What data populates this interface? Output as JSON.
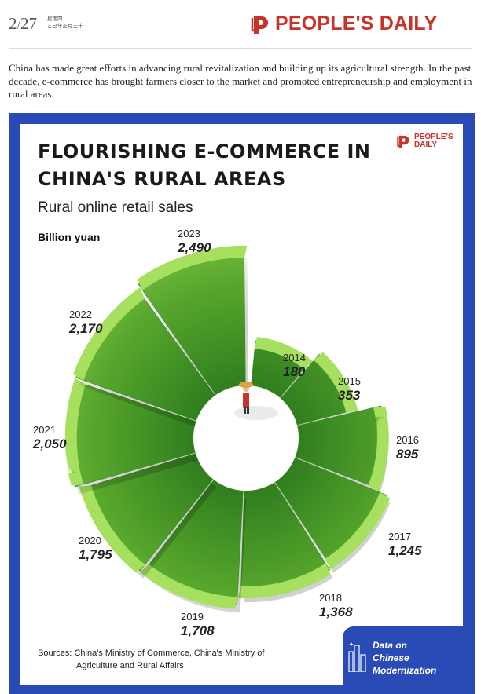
{
  "masthead": {
    "page_current": "2",
    "page_total": "27",
    "weekday": "星期四",
    "lunar_date": "乙巳年正月三十",
    "brand_name": "PEOPLE'S DAILY"
  },
  "intro_text": "China has made great efforts in advancing rural revitalization and building up its agricultural strength. In the past decade, e-commerce has brought farmers closer to the market and promoted entrepreneurship and employment in rural areas.",
  "infographic": {
    "title_line1": "FLOURISHING E-COMMERCE IN",
    "title_line2": "CHINA'S RURAL AREAS",
    "subtitle": "Rural online retail sales",
    "unit": "Billion yuan",
    "card_brand_line1": "PEOPLE'S",
    "card_brand_line2": "DAILY",
    "sources_line1": "Sources: China's Ministry of Commerce, China's Ministry of",
    "sources_line2": "Agriculture and Rural Affairs",
    "badge_line1": "Data on",
    "badge_line2": "Chinese",
    "badge_line3": "Modernization"
  },
  "colors": {
    "brand_red": "#c8332b",
    "frame_blue": "#2a4bb5",
    "grass_light": "#8ed24a",
    "grass_dark": "#2f7d1e"
  },
  "chart_data": {
    "type": "radial-bar",
    "categories": [
      "2014",
      "2015",
      "2016",
      "2017",
      "2018",
      "2019",
      "2020",
      "2021",
      "2022",
      "2023"
    ],
    "values": [
      180,
      353,
      895,
      1245,
      1368,
      1708,
      1795,
      2050,
      2170,
      2490
    ],
    "value_labels": [
      "180",
      "353",
      "895",
      "1,245",
      "1,368",
      "1,708",
      "1,795",
      "2,050",
      "2,170",
      "2,490"
    ]
  }
}
